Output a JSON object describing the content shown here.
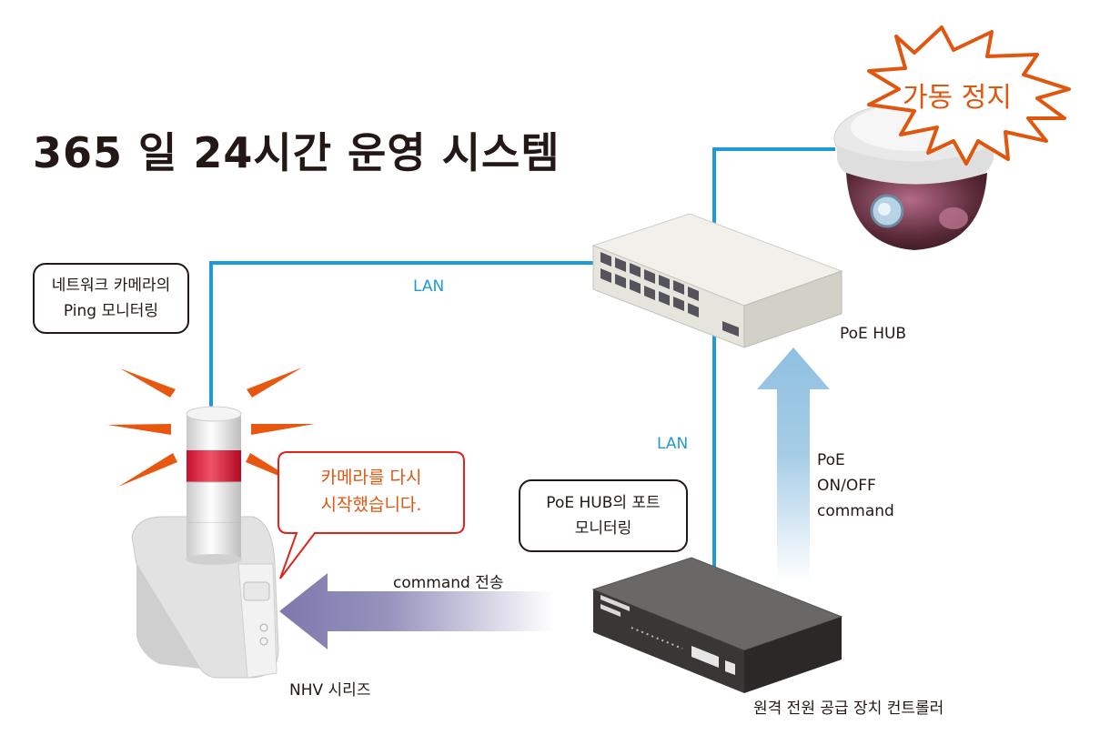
{
  "title": "365 일 24시간 운영 시스템",
  "labels": {
    "lan_top": "LAN",
    "lan_right": "LAN",
    "poe_hub": "PoE HUB",
    "poe_command": [
      "PoE",
      "ON/OFF",
      "command"
    ],
    "command_send": "command 전송",
    "nhv": "NHV 시리즈",
    "controller": "원격 전원 공급 장치 컨트롤러"
  },
  "callouts": {
    "ping": [
      "네트워크 카메라의",
      "Ping 모니터링"
    ],
    "restart": [
      "카메라를 다시",
      "시작했습니다."
    ],
    "port": [
      "PoE HUB의 포트",
      "모니터링"
    ],
    "stop": "가동 정지"
  },
  "colors": {
    "lan": "#1e9ad6",
    "alert": "#e0560f",
    "restart_border": "#e0231b",
    "poe_arrow": "#8fc0e0",
    "command_arrow": "#7d78ad"
  }
}
